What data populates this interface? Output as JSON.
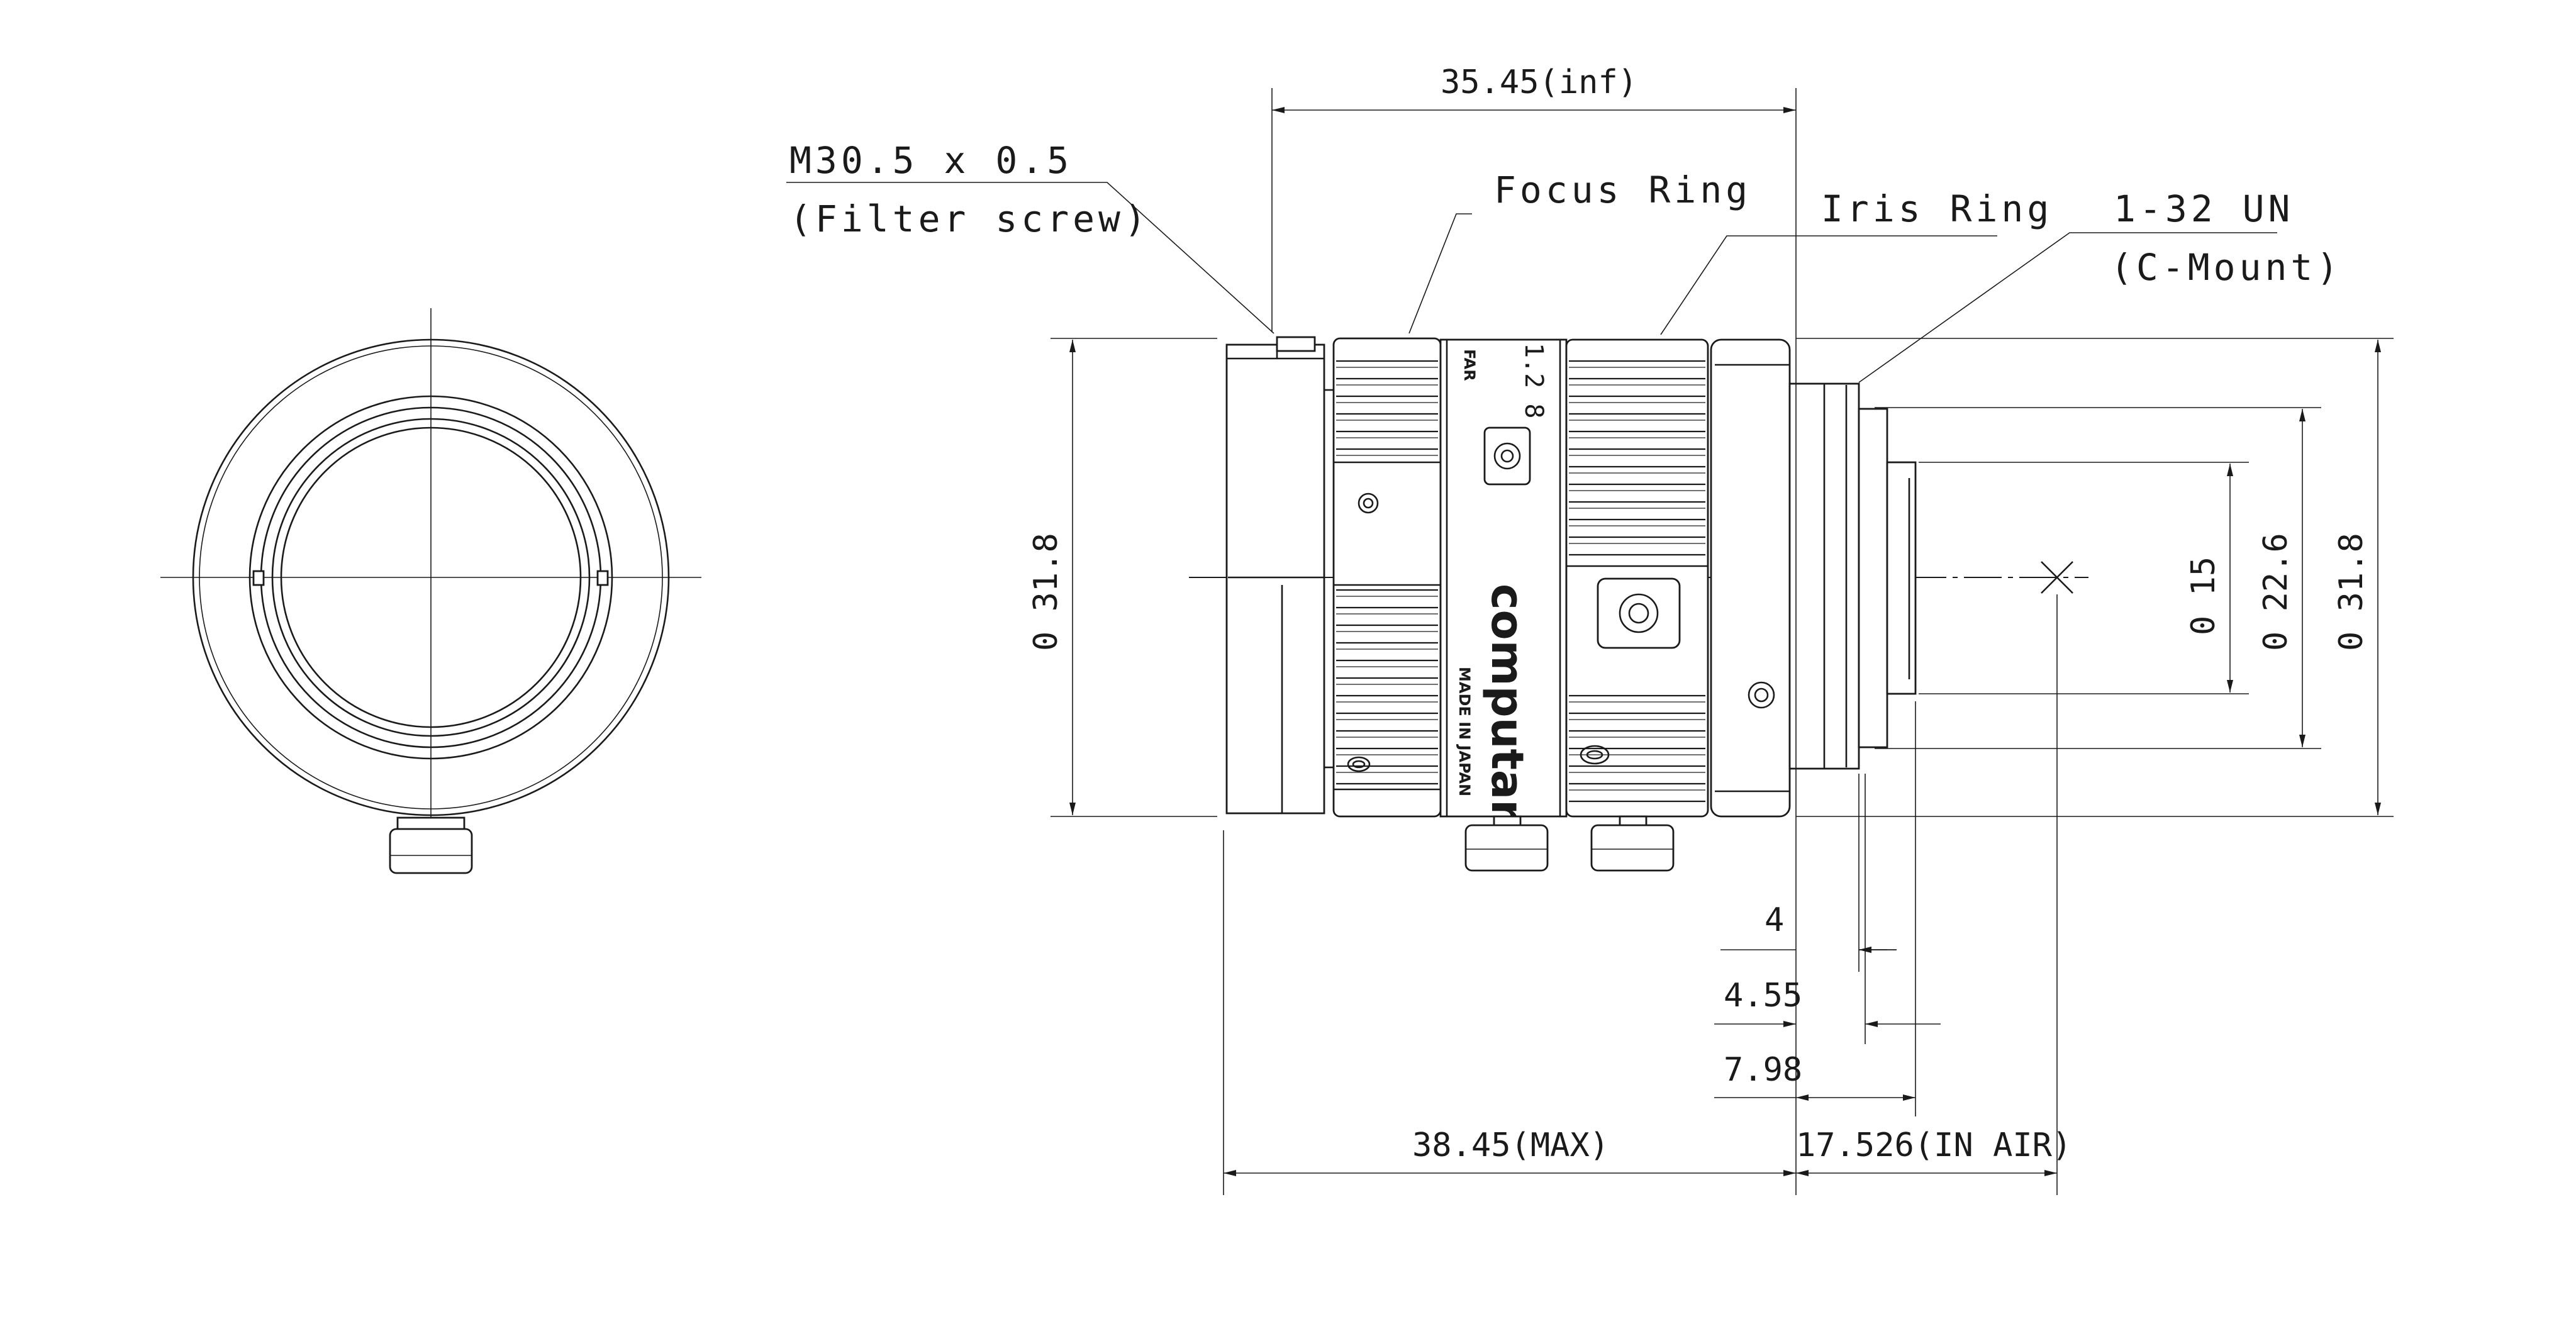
{
  "callouts": {
    "filter_thread": "M30.5 x 0.5",
    "filter_thread_sub": "(Filter screw)",
    "focus_ring": "Focus Ring",
    "iris_ring": "Iris Ring",
    "mount_thread": "1-32 UN",
    "mount_thread_sub": "(C-Mount)"
  },
  "dimensions": {
    "length_inf": "35.45(inf)",
    "length_max": "38.45(MAX)",
    "flange_in_air": "17.526(IN AIR)",
    "mount_4": "4",
    "mount_455": "4.55",
    "mount_798": "7.98",
    "dia_front": "0 31.8",
    "dia_rear": "0 31.8",
    "dia_mount": "0 22.6",
    "dia_rear_lens": "0 15"
  },
  "lens_markings": {
    "brand": "computar",
    "origin": "MADE IN JAPAN",
    "focus_scale": "FAR",
    "aperture_scale": "1.2 8"
  },
  "icons": {
    "focus_lock": "thumbscrew-icon",
    "iris_lock": "thumbscrew-icon",
    "focal_point": "cross-mark-icon"
  }
}
